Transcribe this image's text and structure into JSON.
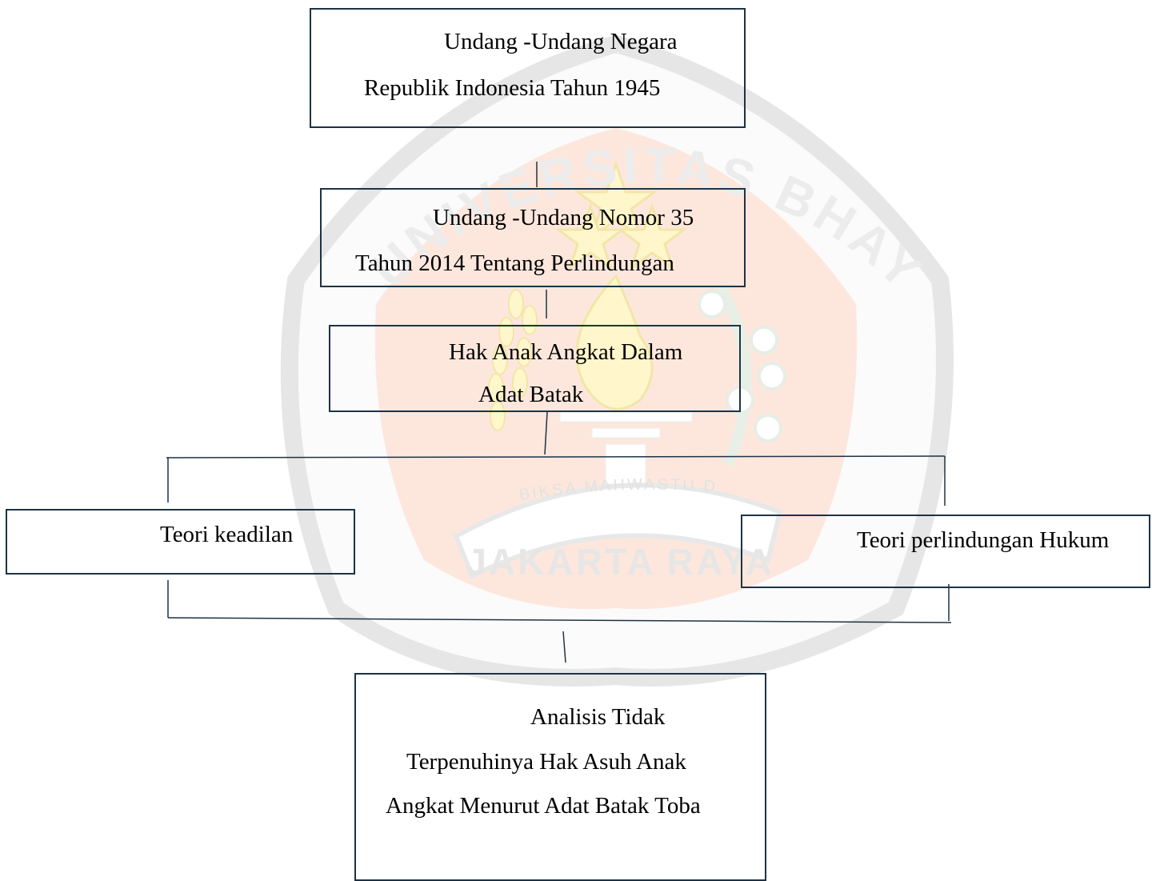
{
  "watermark": {
    "arc_text": "UNIVERSITAS BHAYANGKARA",
    "motto": "BIKSA MAHWASTU DASI",
    "city": "JAKARTA RAYA"
  },
  "diagram": {
    "box_uud1945": {
      "lines": [
        "Undang -Undang Negara",
        "Republik Indonesia Tahun 1945"
      ]
    },
    "box_uu35": {
      "lines": [
        "Undang -Undang Nomor 35",
        "Tahun 2014 Tentang Perlindungan"
      ]
    },
    "box_hak_anak": {
      "lines": [
        "Hak Anak Angkat Dalam",
        "Adat Batak"
      ]
    },
    "box_teori_keadilan": {
      "lines": [
        "Teori keadilan"
      ]
    },
    "box_teori_perlindungan": {
      "lines": [
        "Teori perlindungan Hukum"
      ]
    },
    "box_analisis": {
      "lines": [
        "Analisis Tidak",
        "Terpenuhinya Hak Asuh Anak",
        "Angkat Menurut Adat Batak Toba"
      ]
    }
  }
}
